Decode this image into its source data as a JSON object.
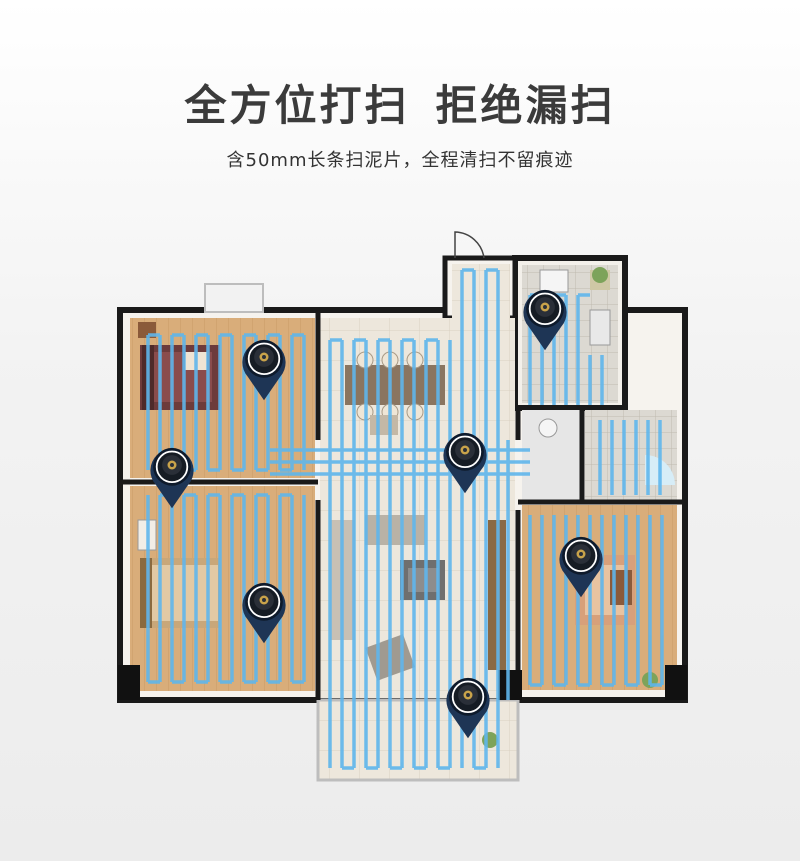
{
  "headline": {
    "part1": "全方位打扫",
    "part2": "拒绝漏扫"
  },
  "subheadline": "含50mm长条扫泥片，全程清扫不留痕迹",
  "colors": {
    "path_blue": "#5fb6ec",
    "robot_marker": "#1e3555",
    "robot_gold": "#c9a34a",
    "wall": "#161616",
    "floor_wood": "#d6a874",
    "floor_tile": "#ece6da",
    "rug_red": "#7a3a3a"
  },
  "robot_markers": [
    {
      "room": "bedroom-top-left"
    },
    {
      "room": "bedroom-mid-left"
    },
    {
      "room": "bedroom-bottom-left"
    },
    {
      "room": "dining-area"
    },
    {
      "room": "kitchen"
    },
    {
      "room": "right-bedroom"
    },
    {
      "room": "balcony"
    }
  ]
}
